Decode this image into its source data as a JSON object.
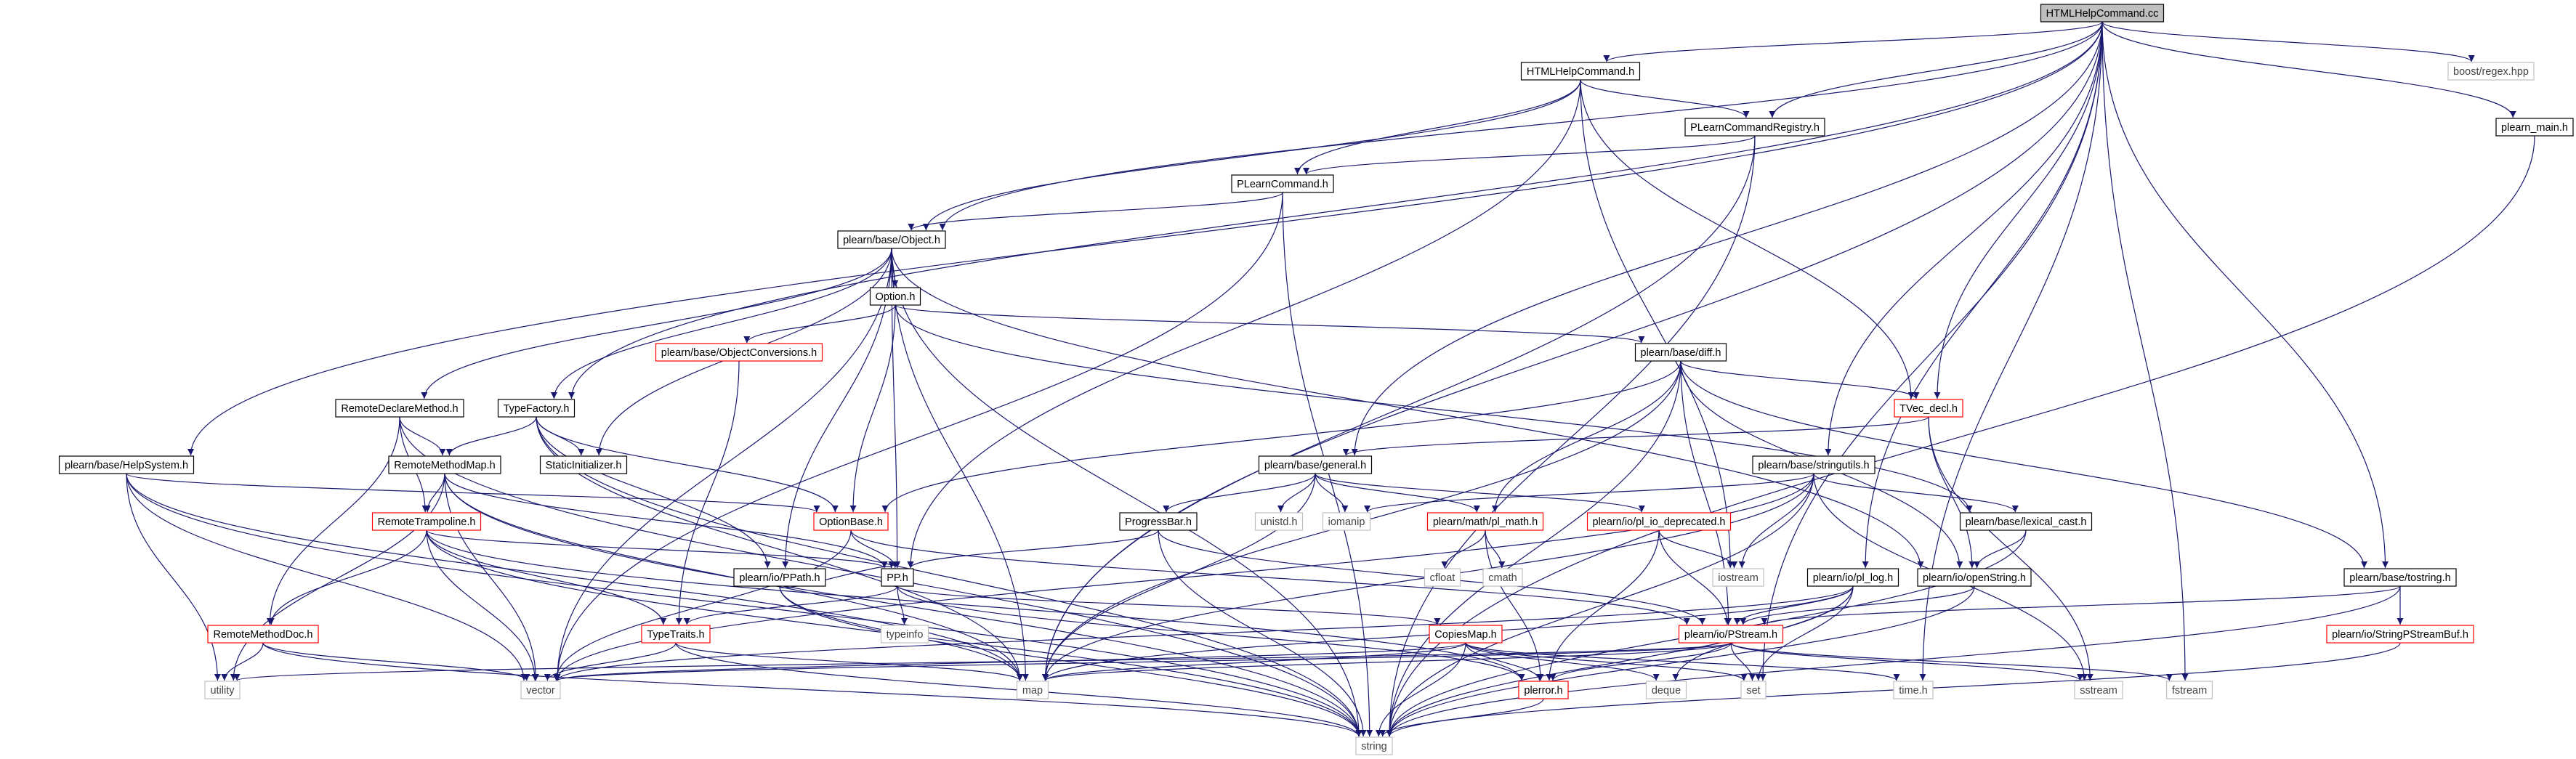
{
  "nodes": [
    {
      "id": "root",
      "label": "HTMLHelpCommand.cc",
      "style": "root"
    },
    {
      "id": "hhc_h",
      "label": "HTMLHelpCommand.h",
      "style": "normal"
    },
    {
      "id": "boost_regex",
      "label": "boost/regex.hpp",
      "style": "gray"
    },
    {
      "id": "plearn_main",
      "label": "plearn_main.h",
      "style": "normal"
    },
    {
      "id": "registry",
      "label": "PLearnCommandRegistry.h",
      "style": "normal"
    },
    {
      "id": "plcommand",
      "label": "PLearnCommand.h",
      "style": "normal"
    },
    {
      "id": "object",
      "label": "plearn/base/Object.h",
      "style": "normal"
    },
    {
      "id": "option",
      "label": "Option.h",
      "style": "normal"
    },
    {
      "id": "objconv",
      "label": "plearn/base/ObjectConversions.h",
      "style": "red"
    },
    {
      "id": "diff",
      "label": "plearn/base/diff.h",
      "style": "normal"
    },
    {
      "id": "rdm",
      "label": "RemoteDeclareMethod.h",
      "style": "normal"
    },
    {
      "id": "typefactory",
      "label": "TypeFactory.h",
      "style": "normal"
    },
    {
      "id": "tvec",
      "label": "TVec_decl.h",
      "style": "red"
    },
    {
      "id": "staticinit",
      "label": "StaticInitializer.h",
      "style": "normal"
    },
    {
      "id": "helpsystem",
      "label": "plearn/base/HelpSystem.h",
      "style": "normal"
    },
    {
      "id": "rmm",
      "label": "RemoteMethodMap.h",
      "style": "normal"
    },
    {
      "id": "general",
      "label": "plearn/base/general.h",
      "style": "normal"
    },
    {
      "id": "stringutils",
      "label": "plearn/base/stringutils.h",
      "style": "normal"
    },
    {
      "id": "optionbase",
      "label": "OptionBase.h",
      "style": "red"
    },
    {
      "id": "rtramp",
      "label": "RemoteTrampoline.h",
      "style": "red"
    },
    {
      "id": "progressbar",
      "label": "ProgressBar.h",
      "style": "normal"
    },
    {
      "id": "unistd",
      "label": "unistd.h",
      "style": "gray"
    },
    {
      "id": "iomanip",
      "label": "iomanip",
      "style": "gray"
    },
    {
      "id": "plmath",
      "label": "plearn/math/pl_math.h",
      "style": "red"
    },
    {
      "id": "plio_dep",
      "label": "plearn/io/pl_io_deprecated.h",
      "style": "red"
    },
    {
      "id": "lexical",
      "label": "plearn/base/lexical_cast.h",
      "style": "normal"
    },
    {
      "id": "ppath",
      "label": "plearn/io/PPath.h",
      "style": "normal"
    },
    {
      "id": "pp",
      "label": "PP.h",
      "style": "normal"
    },
    {
      "id": "cfloat",
      "label": "cfloat",
      "style": "gray"
    },
    {
      "id": "cmath",
      "label": "cmath",
      "style": "gray"
    },
    {
      "id": "iostream",
      "label": "iostream",
      "style": "gray"
    },
    {
      "id": "pllog",
      "label": "plearn/io/pl_log.h",
      "style": "normal"
    },
    {
      "id": "openstring",
      "label": "plearn/io/openString.h",
      "style": "normal"
    },
    {
      "id": "tostring",
      "label": "plearn/base/tostring.h",
      "style": "normal"
    },
    {
      "id": "rmdoc",
      "label": "RemoteMethodDoc.h",
      "style": "red"
    },
    {
      "id": "typetraits",
      "label": "TypeTraits.h",
      "style": "red"
    },
    {
      "id": "typeinfo",
      "label": "typeinfo",
      "style": "gray"
    },
    {
      "id": "copiesmap",
      "label": "CopiesMap.h",
      "style": "red"
    },
    {
      "id": "pstream",
      "label": "plearn/io/PStream.h",
      "style": "red"
    },
    {
      "id": "spbuf",
      "label": "plearn/io/StringPStreamBuf.h",
      "style": "red"
    },
    {
      "id": "utility",
      "label": "utility",
      "style": "gray"
    },
    {
      "id": "vector",
      "label": "vector",
      "style": "gray"
    },
    {
      "id": "map",
      "label": "map",
      "style": "gray"
    },
    {
      "id": "plerror",
      "label": "plerror.h",
      "style": "red"
    },
    {
      "id": "deque",
      "label": "deque",
      "style": "gray"
    },
    {
      "id": "set",
      "label": "set",
      "style": "gray"
    },
    {
      "id": "timeh",
      "label": "time.h",
      "style": "gray"
    },
    {
      "id": "sstream",
      "label": "sstream",
      "style": "gray"
    },
    {
      "id": "fstream",
      "label": "fstream",
      "style": "gray"
    },
    {
      "id": "string",
      "label": "string",
      "style": "gray"
    }
  ],
  "edges": [
    [
      "root",
      "hhc_h"
    ],
    [
      "root",
      "boost_regex"
    ],
    [
      "root",
      "plearn_main"
    ],
    [
      "root",
      "registry"
    ],
    [
      "root",
      "object"
    ],
    [
      "root",
      "typefactory"
    ],
    [
      "root",
      "helpsystem"
    ],
    [
      "root",
      "general"
    ],
    [
      "root",
      "stringutils"
    ],
    [
      "root",
      "pllog"
    ],
    [
      "root",
      "tostring"
    ],
    [
      "root",
      "set"
    ],
    [
      "root",
      "timeh"
    ],
    [
      "root",
      "fstream"
    ],
    [
      "root",
      "map"
    ],
    [
      "root",
      "tvec"
    ],
    [
      "hhc_h",
      "registry"
    ],
    [
      "hhc_h",
      "plcommand"
    ],
    [
      "hhc_h",
      "object"
    ],
    [
      "hhc_h",
      "pp"
    ],
    [
      "hhc_h",
      "iostream"
    ],
    [
      "hhc_h",
      "tvec"
    ],
    [
      "plearn_main",
      "string"
    ],
    [
      "registry",
      "plcommand"
    ],
    [
      "registry",
      "map"
    ],
    [
      "registry",
      "string"
    ],
    [
      "plcommand",
      "object"
    ],
    [
      "plcommand",
      "vector"
    ],
    [
      "plcommand",
      "string"
    ],
    [
      "object",
      "option"
    ],
    [
      "object",
      "rdm"
    ],
    [
      "object",
      "typefactory"
    ],
    [
      "object",
      "staticinit"
    ],
    [
      "object",
      "ppath"
    ],
    [
      "object",
      "pp"
    ],
    [
      "object",
      "map"
    ],
    [
      "object",
      "string"
    ],
    [
      "object",
      "vector"
    ],
    [
      "object",
      "openstring"
    ],
    [
      "option",
      "objconv"
    ],
    [
      "option",
      "optionbase"
    ],
    [
      "option",
      "diff"
    ],
    [
      "option",
      "lexical"
    ],
    [
      "objconv",
      "typetraits"
    ],
    [
      "diff",
      "optionbase"
    ],
    [
      "diff",
      "tvec"
    ],
    [
      "diff",
      "plmath"
    ],
    [
      "diff",
      "pstream"
    ],
    [
      "diff",
      "openstring"
    ],
    [
      "diff",
      "tostring"
    ],
    [
      "diff",
      "map"
    ],
    [
      "diff",
      "string"
    ],
    [
      "rdm",
      "rmm"
    ],
    [
      "rdm",
      "rtramp"
    ],
    [
      "rdm",
      "rmdoc"
    ],
    [
      "rdm",
      "string"
    ],
    [
      "typefactory",
      "rmm"
    ],
    [
      "typefactory",
      "staticinit"
    ],
    [
      "typefactory",
      "optionbase"
    ],
    [
      "typefactory",
      "ppath"
    ],
    [
      "typefactory",
      "map"
    ],
    [
      "typefactory",
      "string"
    ],
    [
      "tvec",
      "general"
    ],
    [
      "tvec",
      "openstring"
    ],
    [
      "tvec",
      "sstream"
    ],
    [
      "helpsystem",
      "optionbase"
    ],
    [
      "helpsystem",
      "utility"
    ],
    [
      "helpsystem",
      "vector"
    ],
    [
      "helpsystem",
      "map"
    ],
    [
      "helpsystem",
      "string"
    ],
    [
      "rmm",
      "rtramp"
    ],
    [
      "rmm",
      "pp"
    ],
    [
      "rmm",
      "map"
    ],
    [
      "rmm",
      "vector"
    ],
    [
      "rmm",
      "utility"
    ],
    [
      "rmm",
      "string"
    ],
    [
      "general",
      "progressbar"
    ],
    [
      "general",
      "unistd"
    ],
    [
      "general",
      "iomanip"
    ],
    [
      "general",
      "plmath"
    ],
    [
      "general",
      "plio_dep"
    ],
    [
      "general",
      "map"
    ],
    [
      "stringutils",
      "iomanip"
    ],
    [
      "stringutils",
      "lexical"
    ],
    [
      "stringutils",
      "iostream"
    ],
    [
      "stringutils",
      "map"
    ],
    [
      "stringutils",
      "vector"
    ],
    [
      "stringutils",
      "sstream"
    ],
    [
      "stringutils",
      "string"
    ],
    [
      "optionbase",
      "pp"
    ],
    [
      "optionbase",
      "pstream"
    ],
    [
      "optionbase",
      "vector"
    ],
    [
      "rtramp",
      "rmdoc"
    ],
    [
      "rtramp",
      "typetraits"
    ],
    [
      "rtramp",
      "pp"
    ],
    [
      "rtramp",
      "vector"
    ],
    [
      "rtramp",
      "string"
    ],
    [
      "rtramp",
      "plerror"
    ],
    [
      "progressbar",
      "pp"
    ],
    [
      "progressbar",
      "pstream"
    ],
    [
      "progressbar",
      "string"
    ],
    [
      "plmath",
      "cfloat"
    ],
    [
      "plmath",
      "cmath"
    ],
    [
      "plmath",
      "plerror"
    ],
    [
      "plio_dep",
      "iostream"
    ],
    [
      "plio_dep",
      "pstream"
    ],
    [
      "plio_dep",
      "plerror"
    ],
    [
      "lexical",
      "openstring"
    ],
    [
      "lexical",
      "string"
    ],
    [
      "ppath",
      "pp"
    ],
    [
      "ppath",
      "map"
    ],
    [
      "ppath",
      "string"
    ],
    [
      "pp",
      "typetraits"
    ],
    [
      "pp",
      "typeinfo"
    ],
    [
      "pp",
      "copiesmap"
    ],
    [
      "pp",
      "plerror"
    ],
    [
      "pllog",
      "pstream"
    ],
    [
      "pllog",
      "map"
    ],
    [
      "pllog",
      "string"
    ],
    [
      "pllog",
      "set"
    ],
    [
      "pllog",
      "deque"
    ],
    [
      "pllog",
      "vector"
    ],
    [
      "openstring",
      "pstream"
    ],
    [
      "openstring",
      "string"
    ],
    [
      "tostring",
      "pstream"
    ],
    [
      "tostring",
      "spbuf"
    ],
    [
      "tostring",
      "string"
    ],
    [
      "rmdoc",
      "utility"
    ],
    [
      "rmdoc",
      "vector"
    ],
    [
      "rmdoc",
      "string"
    ],
    [
      "typetraits",
      "vector"
    ],
    [
      "typetraits",
      "map"
    ],
    [
      "typetraits",
      "string"
    ],
    [
      "copiesmap",
      "map"
    ],
    [
      "copiesmap",
      "plerror"
    ],
    [
      "copiesmap",
      "string"
    ],
    [
      "copiesmap",
      "set"
    ],
    [
      "copiesmap",
      "deque"
    ],
    [
      "copiesmap",
      "timeh"
    ],
    [
      "copiesmap",
      "vector"
    ],
    [
      "pstream",
      "plerror"
    ],
    [
      "pstream",
      "map"
    ],
    [
      "pstream",
      "set"
    ],
    [
      "pstream",
      "sstream"
    ],
    [
      "pstream",
      "fstream"
    ],
    [
      "pstream",
      "vector"
    ],
    [
      "pstream",
      "utility"
    ],
    [
      "plerror",
      "string"
    ],
    [
      "spbuf",
      "string"
    ]
  ]
}
